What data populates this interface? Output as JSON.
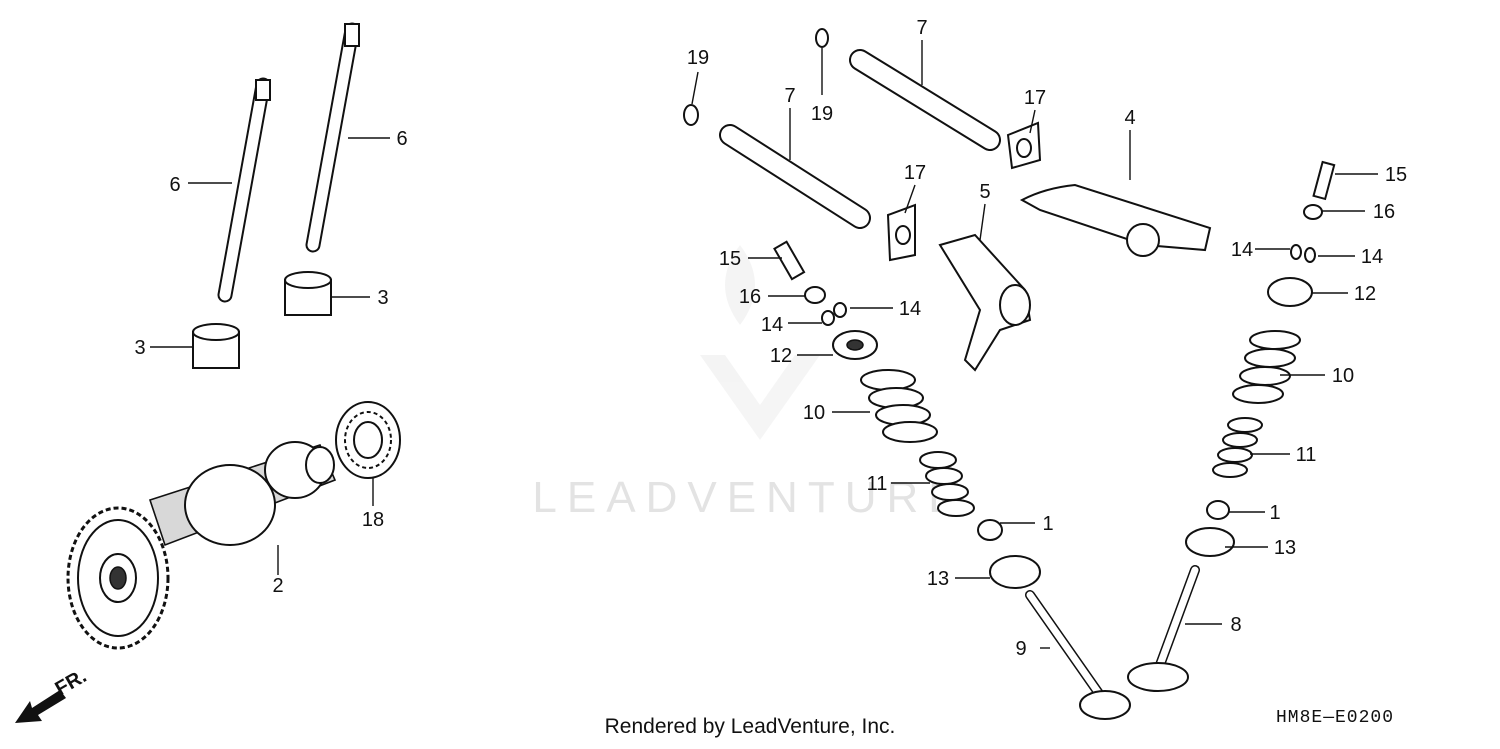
{
  "watermark": "LEADVENTURE",
  "footer": "Rendered by LeadVenture, Inc.",
  "diagram_code": "HM8E—E0200",
  "direction_label": "FR.",
  "callouts": [
    "1",
    "1",
    "2",
    "3",
    "3",
    "4",
    "5",
    "6",
    "6",
    "7",
    "7",
    "8",
    "9",
    "10",
    "10",
    "11",
    "11",
    "12",
    "12",
    "13",
    "13",
    "14",
    "14",
    "14",
    "14",
    "15",
    "15",
    "16",
    "16",
    "17",
    "17",
    "18",
    "19",
    "19"
  ]
}
